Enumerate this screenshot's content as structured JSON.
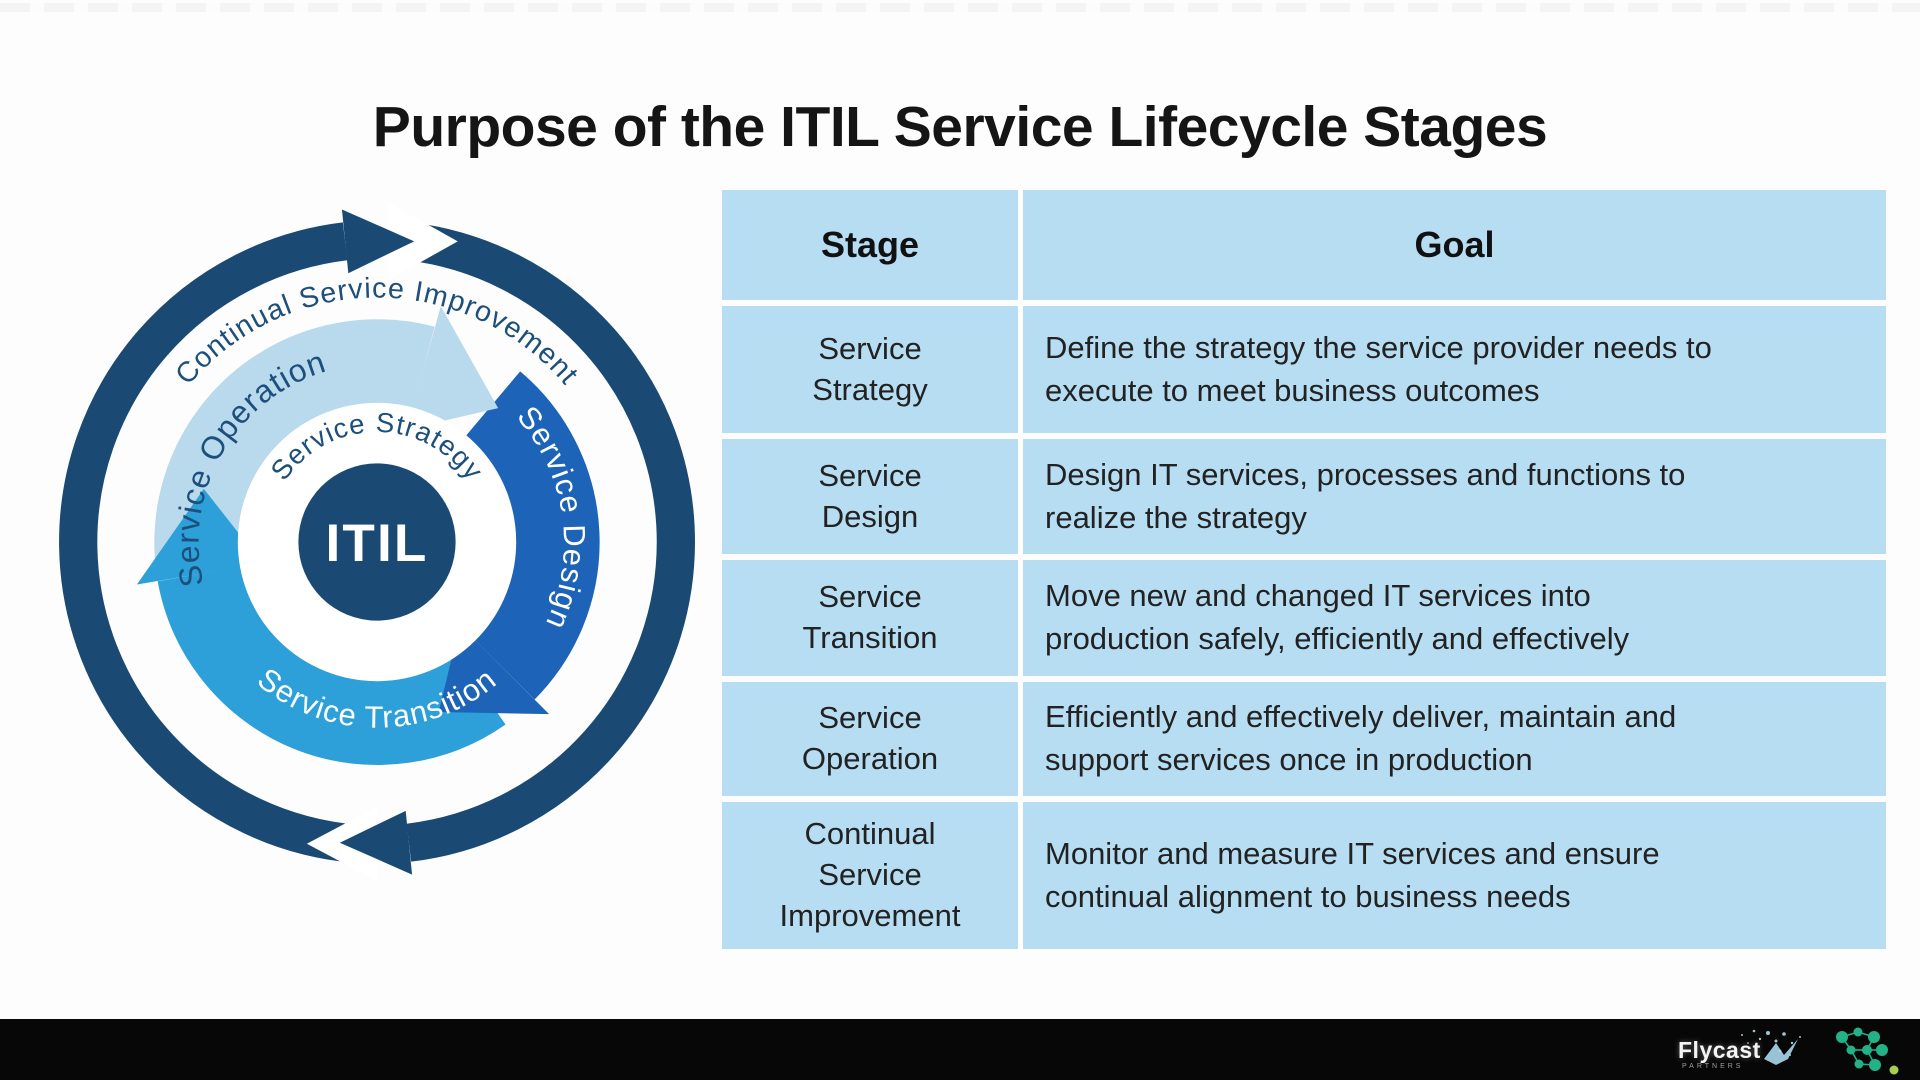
{
  "slide": {
    "title": "Purpose of the ITIL Service Lifecycle Stages"
  },
  "diagram": {
    "center_label": "ITIL",
    "outer_ring_label": "Continual Service Improvement",
    "arrow_labels": {
      "operation": "Service Operation",
      "strategy": "Service Strategy",
      "design": "Service Design",
      "transition": "Service Transition"
    },
    "colors": {
      "navy": "#1a4a74",
      "royal_blue": "#1d63b8",
      "sky_blue": "#2d9fd9",
      "pale_blue": "#b9d9ed",
      "label_navy": "#1d4f7c"
    }
  },
  "table": {
    "headers": [
      "Stage",
      "Goal"
    ],
    "background": "#b6ddf2",
    "rows": [
      {
        "stage_lines": [
          "Service",
          "Strategy"
        ],
        "goal_lines": [
          "Define the strategy the service provider needs to",
          "execute to meet business outcomes"
        ]
      },
      {
        "stage_lines": [
          "Service",
          "Design"
        ],
        "goal_lines": [
          "Design IT services, processes and functions to",
          "realize the strategy"
        ]
      },
      {
        "stage_lines": [
          "Service",
          "Transition"
        ],
        "goal_lines": [
          "Move new and changed IT services into",
          "production safely, efficiently and effectively"
        ]
      },
      {
        "stage_lines": [
          "Service",
          "Operation"
        ],
        "goal_lines": [
          "Efficiently and effectively deliver, maintain and",
          "support services once in production"
        ]
      },
      {
        "stage_lines": [
          "Continual",
          "Service",
          "Improvement"
        ],
        "goal_lines": [
          "Monitor and measure IT services and ensure",
          "continual alignment to business needs"
        ]
      }
    ]
  },
  "footer": {
    "background": "#070707",
    "brand": "Flycast",
    "brand_sub": "PARTNERS",
    "accent_green": "#23b287"
  }
}
